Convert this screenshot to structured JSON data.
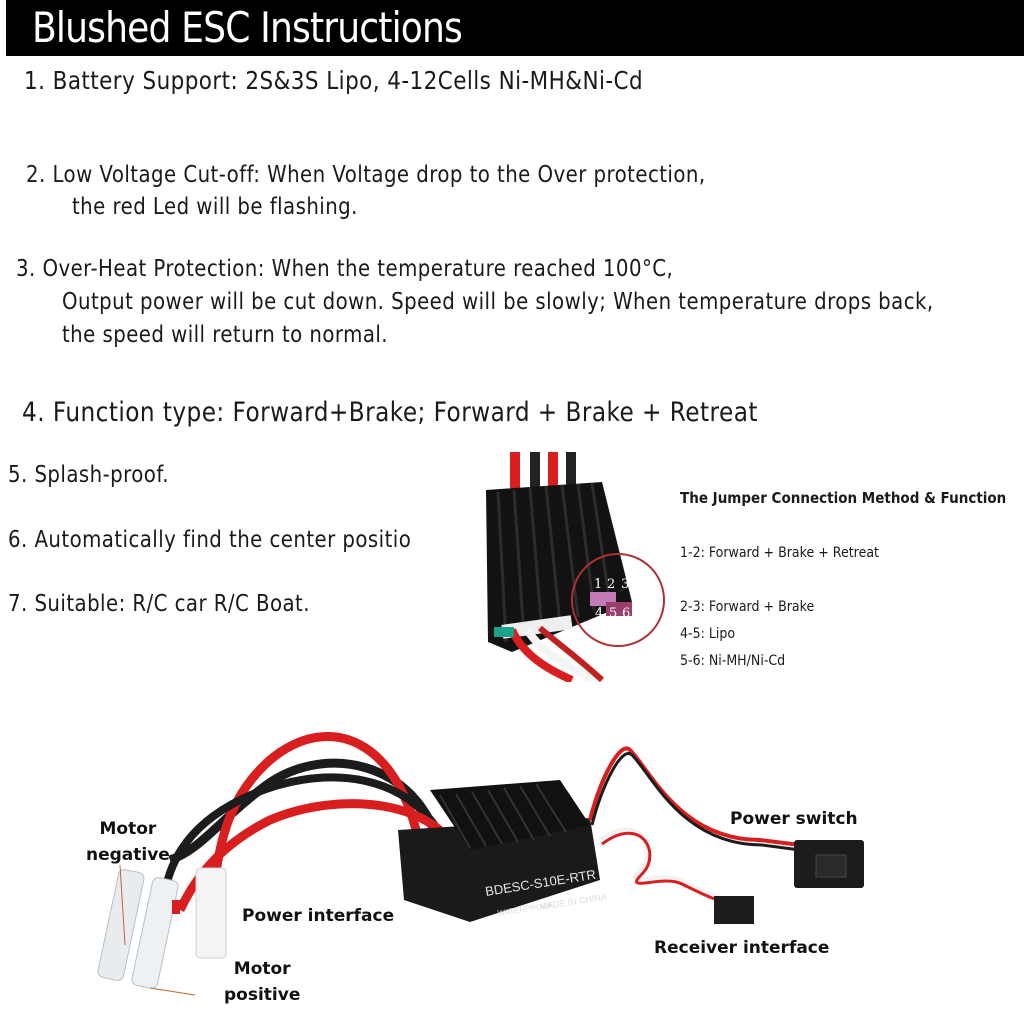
{
  "header": {
    "title": "Blushed ESC Instructions"
  },
  "instructions": [
    {
      "lines": [
        "1. Battery Support: 2S&3S Lipo, 4-12Cells Ni-MH&Ni-Cd"
      ]
    },
    {
      "lines": [
        "2. Low Voltage Cut-off: When Voltage drop to the Over protection,",
        "the red Led will be flashing."
      ]
    },
    {
      "lines": [
        "3. Over-Heat Protection: When the temperature reached 100°C,",
        "Output power will be cut down. Speed will be slowly; When temperature drops back,",
        "the speed will return to normal."
      ]
    },
    {
      "lines": [
        "4. Function type: Forward+Brake; Forward + Brake + Retreat"
      ]
    },
    {
      "lines": [
        "5. Splash-proof."
      ]
    },
    {
      "lines": [
        "6. Automatically find the center positio"
      ]
    },
    {
      "lines": [
        "7. Suitable: R/C car R/C Boat."
      ]
    }
  ],
  "jumper": {
    "title": "The Jumper Connection Method & Function",
    "items": [
      {
        "pins": "1-2:",
        "function": "Forward + Brake + Retreat"
      },
      {
        "pins": "2-3:",
        "function": "Forward + Brake"
      },
      {
        "pins": "4-5:",
        "function": "Lipo"
      },
      {
        "pins": "5-6:",
        "function": "Ni-MH/Ni-Cd"
      }
    ],
    "pin_labels_top": [
      "1",
      "2",
      "3"
    ],
    "pin_labels_bottom": [
      "4",
      "5",
      "6"
    ]
  },
  "product": {
    "model": "BDESC-S10E-RTR",
    "waterproof": "WATERPROOF",
    "made_in": "MADE IN CHINA",
    "callouts": {
      "motor_negative": [
        "Motor",
        "negative"
      ],
      "motor_positive": [
        "Motor",
        "positive"
      ],
      "power_interface": "Power interface",
      "power_switch": "Power switch",
      "receiver_interface": "Receiver interface"
    }
  },
  "colors": {
    "header_bg": "#000000",
    "wire_red": "#d81e1e",
    "wire_black": "#1c1c1c",
    "jumper_pink": "#c27ab8",
    "circle_red": "#b03030",
    "leader_line": "#c8642a"
  }
}
